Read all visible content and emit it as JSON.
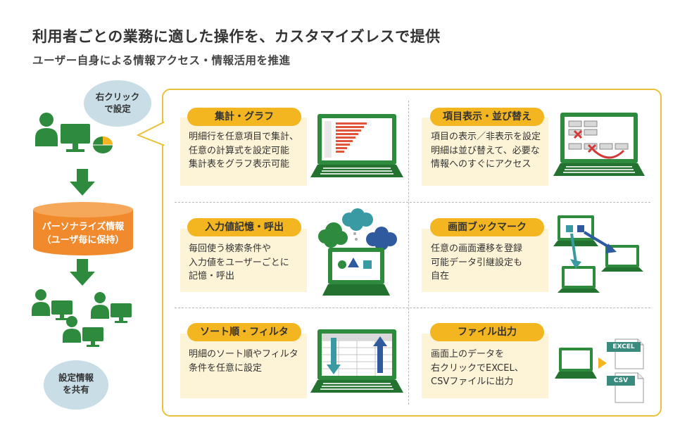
{
  "header": {
    "title": "利用者ごとの業務に適した操作を、カスタマイズレスで提供",
    "subtitle": "ユーザー自身による情報アクセス・情報活用を推進"
  },
  "left_flow": {
    "bubble_lines": [
      "右クリック",
      "で設定"
    ],
    "cylinder_lines": [
      "パーソナライズ情報",
      "（ユーザ毎に保持）"
    ],
    "share_lines": [
      "設定情報",
      "を共有"
    ]
  },
  "features": [
    {
      "label": "集計・グラフ",
      "description": "明細行を任意項目で集計、\n任意の計算式を設定可能\n集計表をグラフ表示可能"
    },
    {
      "label": "項目表示・並び替え",
      "description": "項目の表示／非表示を設定\n明細は並び替えて、必要な\n情報へのすぐにアクセス"
    },
    {
      "label": "入力値記憶・呼出",
      "description": "毎回使う検索条件や\n入力値をユーザーごとに\n記憶・呼出"
    },
    {
      "label": "画面ブックマーク",
      "description": "任意の画面遷移を登録\n可能データ引継設定も\n自在"
    },
    {
      "label": "ソート順・フィルタ",
      "description": "明細のソート順やフィルタ\n条件を任意に設定"
    },
    {
      "label": "ファイル出力",
      "description": "画面上のデータを\n右クリックでEXCEL、\nCSVファイルに出力"
    }
  ],
  "file_tags": {
    "excel": "EXCEL",
    "csv": "CSV"
  },
  "colors": {
    "green": "#2e8b3e",
    "dark_green": "#23722f",
    "orange": "#f3b520",
    "card": "#fdf3d6",
    "panel_border": "#e9c13a",
    "bubble": "#c8dde6",
    "cylinder": "#f08a2c",
    "teal": "#3a9aa3",
    "navy": "#2f5a9e",
    "red": "#d23a3a"
  }
}
